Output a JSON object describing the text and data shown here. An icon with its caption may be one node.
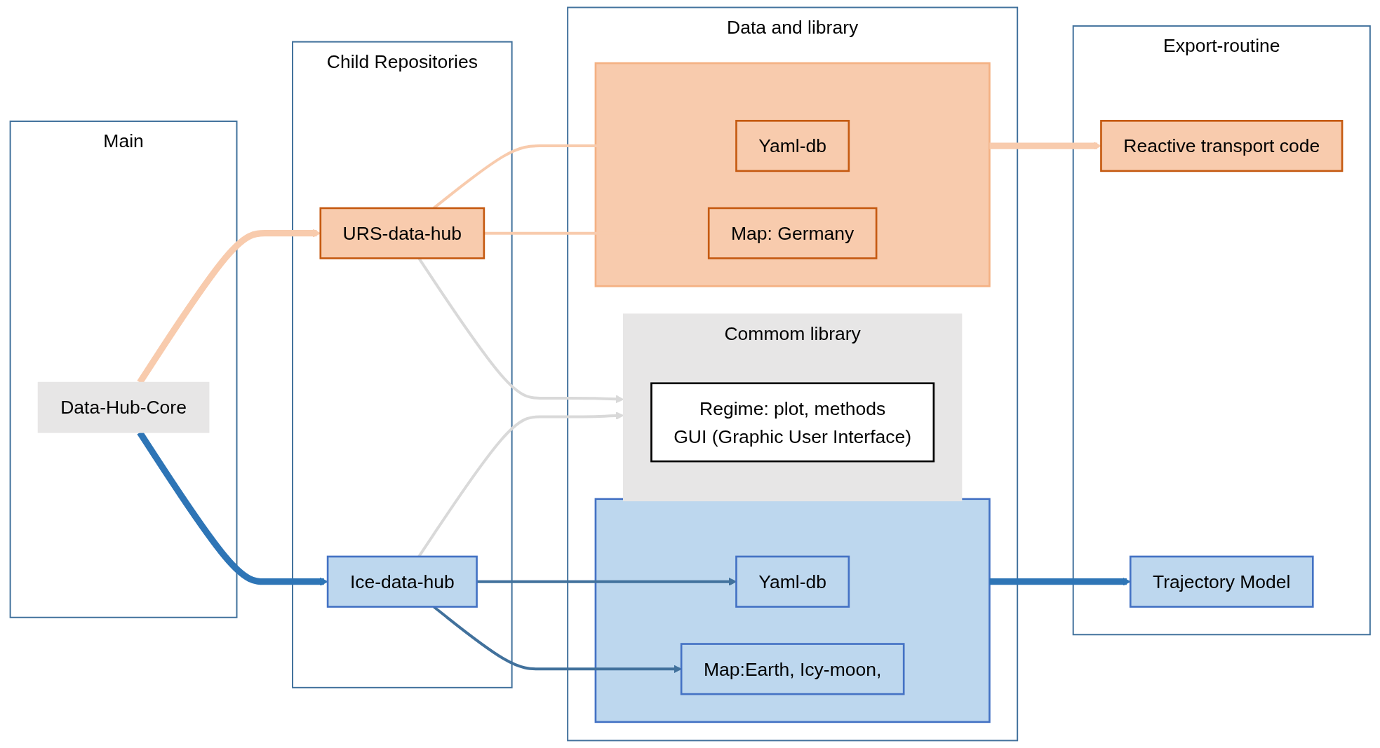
{
  "diagram": {
    "nodes": [
      {
        "text": [
          "Main"
        ]
      },
      {
        "text": [
          "Child Repositories"
        ]
      },
      {
        "text": [
          "Data and library"
        ]
      },
      {
        "text": [
          "Export-routine"
        ]
      },
      {
        "text": [
          "Data-Hub-Core"
        ],
        "in": 0
      },
      {
        "text": [
          "URS-data-hub"
        ],
        "in": 1
      },
      {
        "text": [
          "Ice-data-hub"
        ],
        "in": 1
      },
      {
        "text": [],
        "shape": "box",
        "in": 2
      },
      {
        "text": [
          "Yaml-db"
        ],
        "in": 7
      },
      {
        "text": [
          "Map: Germany"
        ],
        "in": 7
      },
      {
        "text": [
          "Commom library"
        ],
        "in": 2
      },
      {
        "text": [
          "Regime: plot, methods",
          "GUI (Graphic User Interface)"
        ],
        "in": 10
      },
      {
        "text": [],
        "shape": "box",
        "in": 2
      },
      {
        "text": [
          "Yaml-db"
        ],
        "in": 12
      },
      {
        "text": [
          "Map:Earth, Icy-moon,"
        ],
        "in": 12
      },
      {
        "text": [
          "Reactive transport code"
        ],
        "in": 3
      },
      {
        "text": [
          "Trajectory Model"
        ],
        "in": 3
      }
    ],
    "edges": [
      {
        "from": 4,
        "to": 5,
        "arrow": "to",
        "style": "thick",
        "color": "#f8cbad"
      },
      {
        "from": 4,
        "to": 6,
        "arrow": "to",
        "style": "thick",
        "color": "#2e75b6"
      },
      {
        "from": 5,
        "to": 8,
        "arrow": "to",
        "color": "#f8cbad"
      },
      {
        "from": 5,
        "to": 9,
        "arrow": "to",
        "color": "#f8cbad"
      },
      {
        "from": 5,
        "to": 10,
        "arrow": "to",
        "color": "#d9d9d9"
      },
      {
        "from": 6,
        "to": 10,
        "arrow": "to",
        "color": "#d9d9d9"
      },
      {
        "from": 6,
        "to": 13,
        "arrow": "to",
        "color": "#41719c"
      },
      {
        "from": 6,
        "to": 14,
        "arrow": "to",
        "color": "#41719c"
      },
      {
        "from": 7,
        "to": 15,
        "arrow": "to",
        "style": "thick",
        "color": "#f8cbad"
      },
      {
        "from": 12,
        "to": 16,
        "arrow": "to",
        "style": "thick",
        "color": "#2e75b6"
      }
    ]
  }
}
